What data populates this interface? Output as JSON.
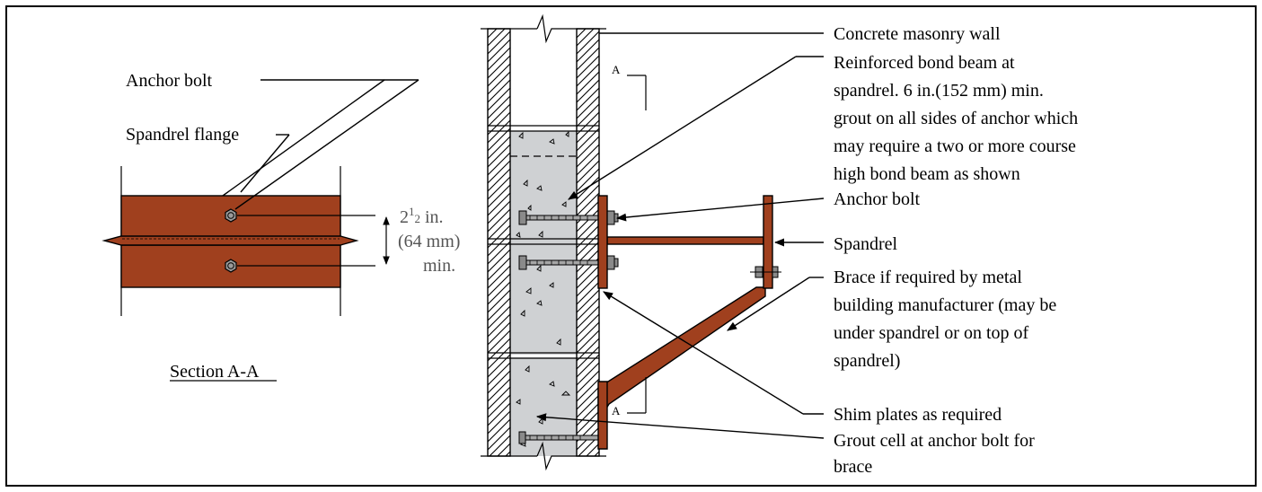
{
  "section_view": {
    "anchor_bolt_label": "Anchor bolt",
    "spandrel_flange_label": "Spandrel flange",
    "dimension_main": "2",
    "dimension_sup": "1",
    "dimension_sub": "2",
    "dimension_unit": " in.",
    "dimension_metric": "(64 mm)",
    "dimension_min": "min.",
    "title": "Section A-A"
  },
  "elevation_view": {
    "section_mark_top": "A",
    "section_mark_bottom": "A"
  },
  "callouts": [
    {
      "lines": [
        "Concrete masonry wall"
      ]
    },
    {
      "lines": [
        "Reinforced bond beam at",
        "spandrel.  6 in.(152 mm) min.",
        "grout on all sides of anchor which",
        "may require a two or more course",
        "high bond beam as shown"
      ]
    },
    {
      "lines": [
        "Anchor bolt"
      ]
    },
    {
      "lines": [
        "Spandrel"
      ]
    },
    {
      "lines": [
        "Brace if required by metal",
        "building manufacturer (may be",
        "under spandrel or on top of",
        "spandrel)"
      ]
    },
    {
      "lines": [
        "Shim plates as required"
      ]
    },
    {
      "lines": [
        "Grout cell at anchor bolt for",
        "brace"
      ]
    }
  ],
  "colors": {
    "steel": "#a0401e",
    "grout": "#cfd1d3",
    "outline": "#000000",
    "dimension_text": "#555555"
  }
}
